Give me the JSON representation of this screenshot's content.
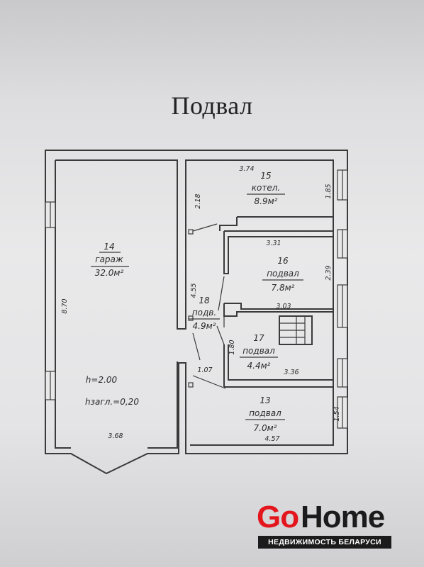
{
  "title": "Подвал",
  "rooms": {
    "garage": {
      "number": "14",
      "name": "гараж",
      "area": "32.0м²",
      "height": "h=2.00",
      "depth": "hзагл.=0,20"
    },
    "boiler": {
      "number": "15",
      "name": "котел.",
      "area": "8.9м²"
    },
    "basement16": {
      "number": "16",
      "name": "подвал",
      "area": "7.8м²"
    },
    "corridor18": {
      "number": "18",
      "name": "подв.",
      "area": "4.9м²"
    },
    "basement17": {
      "number": "17",
      "name": "подвал",
      "area": "4.4м²"
    },
    "basement13": {
      "number": "13",
      "name": "подвал",
      "area": "7.0м²"
    }
  },
  "dimensions": {
    "d_3_74": "3.74",
    "d_2_18": "2.18",
    "d_1_85": "1.85",
    "d_3_31": "3.31",
    "d_2_39": "2.39",
    "d_8_70": "8.70",
    "d_4_55": "4.55",
    "d_3_03": "3.03",
    "d_1_80": "1.80",
    "d_3_36": "3.36",
    "d_1_07": "1.07",
    "d_1_54": "1.54",
    "d_4_57": "4.57",
    "d_3_68": "3.68"
  },
  "brand": {
    "go": "Go",
    "home": "Home",
    "subtitle": "НЕДВИЖИМОСТЬ БЕЛАРУСИ"
  }
}
